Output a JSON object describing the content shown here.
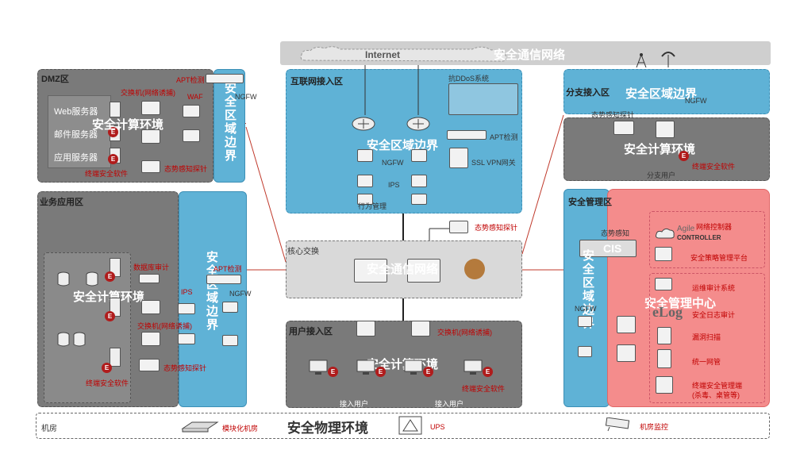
{
  "top": {
    "internet": "Internet",
    "secure_network": "安全通信网络"
  },
  "dmz": {
    "title": "DMZ区",
    "apt": "APT检测",
    "switch": "交换机(网络诱捕)",
    "waf": "WAF",
    "web": "Web服务器",
    "mail": "邮件服务器",
    "app": "应用服务器",
    "compute": "安全计算环境",
    "sensor": "态势感知探针",
    "endpoint": "终端安全软件",
    "ngfw": "NGFW",
    "boundary": "安全区域边界"
  },
  "biz": {
    "title": "业务应用区",
    "compute": "安全计算环境",
    "db_audit": "数据库审计",
    "ips": "IPS",
    "switch": "交换机(网络诱捕)",
    "sensor": "态势感知探针",
    "endpoint": "终端安全软件",
    "apt": "APT检测",
    "ngfw": "NGFW",
    "boundary": "安全区域边界"
  },
  "internet_zone": {
    "title": "互联网接入区",
    "anti_ddos": "抗DDoS系统",
    "boundary": "安全区域边界",
    "apt": "APT检测",
    "ngfw": "NGFW",
    "vpn": "SSL VPN网关",
    "ips": "IPS",
    "behavior": "行为管理"
  },
  "core": {
    "sensor": "态势感知探针",
    "title": "核心交换",
    "network": "安全通信网络"
  },
  "user": {
    "title": "用户接入区",
    "switch": "交换机(网络诱捕)",
    "compute": "安全计算环境",
    "endpoint": "终端安全软件",
    "user1": "接入用户",
    "user2": "接入用户"
  },
  "branch": {
    "title": "分支接入区",
    "boundary": "安全区域边界",
    "ngfw": "NGFW",
    "sensor": "态势感知探针",
    "compute": "安全计算环境",
    "endpoint": "终端安全软件",
    "users": "分支用户"
  },
  "mgmt": {
    "title": "安全管理区",
    "situation": "态势感知",
    "cis": "CIS",
    "boundary": "安全区域边界",
    "ngfw": "NGFW",
    "center": "安全管理中心",
    "controller": "网络控制器",
    "agile": "Agile",
    "controller_logo": "CONTROLLER",
    "policy": "安全策略管理平台",
    "ops_audit": "运维审计系统",
    "elog": "eLog",
    "log_audit": "安全日志审计",
    "vuln": "漏洞扫描",
    "uni_gw": "统一网管",
    "endpoint_mgmt": "终端安全管理端",
    "endpoint_mgmt_sub": "(杀毒、桌管等)"
  },
  "physical": {
    "room": "机房",
    "modular": "模块化机房",
    "title": "安全物理环境",
    "ups": "UPS",
    "monitor": "机房监控"
  },
  "colors": {
    "blue": "#5fb2d6",
    "gray": "#7a7a7a",
    "pink": "#f48c8c",
    "red": "#c00000"
  }
}
